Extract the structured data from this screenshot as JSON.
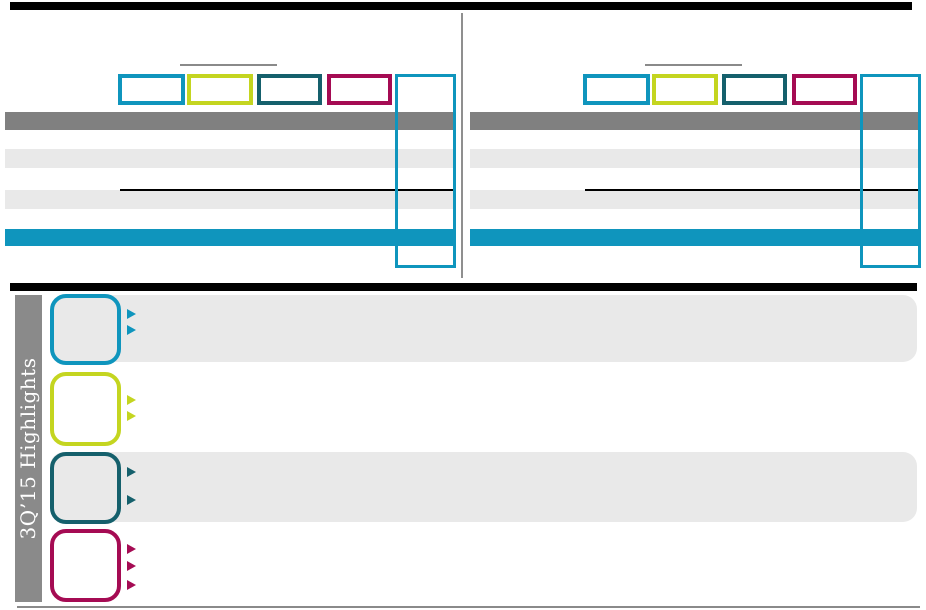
{
  "slide": {
    "background": "#ffffff",
    "rule_color": "#000000"
  },
  "colors": {
    "blue": "#0f95bd",
    "chartreuse": "#c4d520",
    "teal": "#15606c",
    "magenta": "#a50b53",
    "header_band": "#808080",
    "row_shade": "#e9e9e9",
    "total_row": "#0f95bd",
    "sidebar_gray": "#8a8a8a",
    "rule_gray": "#8a8a8a",
    "black_line": "#000000"
  },
  "tables": [
    {
      "position": "left",
      "legend_colors": [
        "blue",
        "chartreuse",
        "teal",
        "magenta"
      ],
      "highlight_column_color": "blue",
      "header_shaded": true,
      "shaded_row_count": 2,
      "has_subtotal_line": true,
      "total_row_color": "blue"
    },
    {
      "position": "right",
      "legend_colors": [
        "blue",
        "chartreuse",
        "teal",
        "magenta"
      ],
      "highlight_column_color": "blue",
      "header_shaded": true,
      "shaded_row_count": 2,
      "has_subtotal_line": true,
      "total_row_color": "blue"
    }
  ],
  "highlights": {
    "title": "3Q’15 Highlights",
    "rows": [
      {
        "color": "blue",
        "shaded_band": true,
        "bullet_count": 2
      },
      {
        "color": "chartreuse",
        "shaded_band": false,
        "bullet_count": 2
      },
      {
        "color": "teal",
        "shaded_band": true,
        "bullet_count": 2
      },
      {
        "color": "magenta",
        "shaded_band": false,
        "bullet_count": 3
      }
    ]
  }
}
